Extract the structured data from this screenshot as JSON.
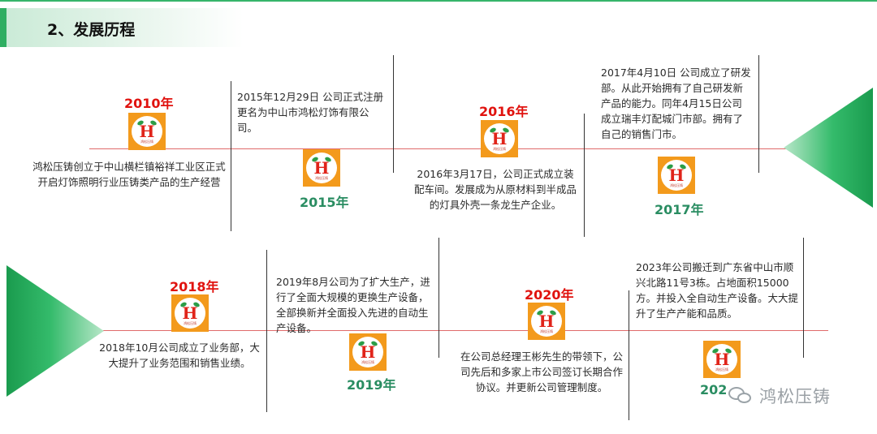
{
  "header": {
    "title": "2、发展历程"
  },
  "logo": {
    "mark": "H",
    "caption": "鸿松压铸"
  },
  "milestones": [
    {
      "year": "2010年",
      "text": "鸿松压铸创立于中山横栏镇裕祥工业区正式开启灯饰照明行业压铸类产品的生产经营"
    },
    {
      "year": "2015年",
      "text": "2015年12月29日 公司正式注册更名为中山市鸿松灯饰有限公司。"
    },
    {
      "year": "2016年",
      "text": "2016年3月17日，公司正式成立装配车间。发展成为从原材料到半成品的灯具外壳一条龙生产企业。"
    },
    {
      "year": "2017年",
      "text": "2017年4月10日 公司成立了研发部。从此开始拥有了自己研发新产品的能力。同年4月15日公司成立瑞丰灯配城门市部。拥有了自己的销售门市。"
    },
    {
      "year": "2018年",
      "text": "2018年10月公司成立了业务部，大大提升了业务范围和销售业绩。"
    },
    {
      "year": "2019年",
      "text": "2019年8月公司为了扩大生产，进行了全面大规模的更换生产设备，全部换新并全面投入先进的自动生产设备。"
    },
    {
      "year": "2020年",
      "text": "在公司总经理王彬先生的带领下，公司先后和多家上市公司签订长期合作协议。并更新公司管理制度。"
    },
    {
      "year": "202",
      "text": "2023年公司搬迁到广东省中山市顺兴北路11号3栋。占地面积15000方。并投入全自动生产设备。大大提升了生产产能和品质。"
    }
  ],
  "watermark": {
    "text": "鸿松压铸"
  },
  "colors": {
    "accent_green": "#2fae62",
    "timeline_red": "#e06a6a",
    "year_red": "#e0120e",
    "year_green": "#2a8d62",
    "logo_orange": "#f39a1c"
  }
}
